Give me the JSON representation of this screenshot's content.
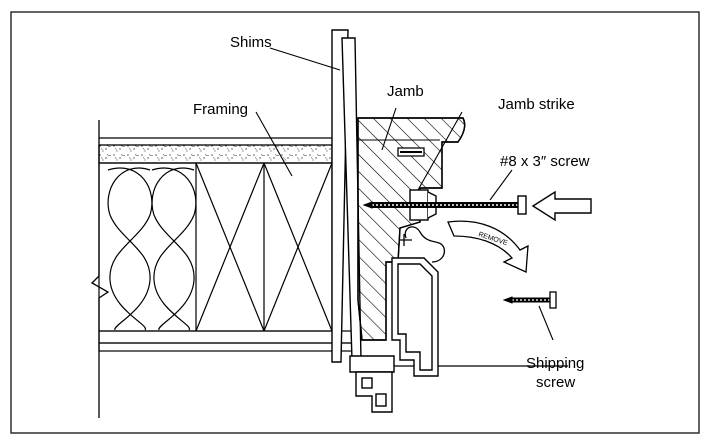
{
  "labels": {
    "shims": "Shims",
    "framing": "Framing",
    "jamb": "Jamb",
    "jamb_strike": "Jamb strike",
    "screw": "#8 x 3″ screw",
    "shipping_line1": "Shipping",
    "shipping_line2": "screw",
    "remove": "REMOVE"
  },
  "colors": {
    "line": "#000000",
    "background": "#ffffff",
    "frame": "#222222"
  }
}
